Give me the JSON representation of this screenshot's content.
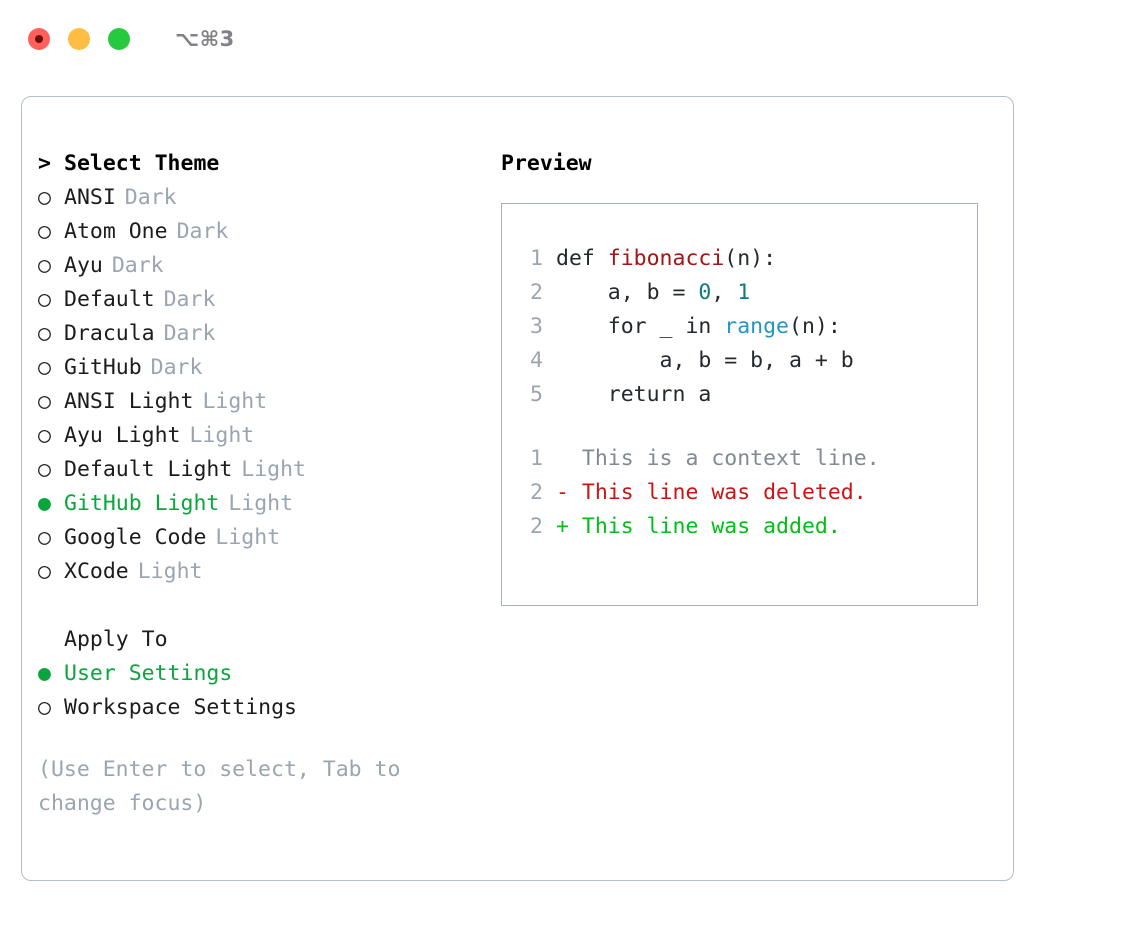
{
  "titlebar": {
    "shortcut": "⌥⌘3",
    "lights": [
      "close-red",
      "minimize-amber",
      "maximize-green"
    ]
  },
  "theme_picker": {
    "heading_marker": ">",
    "heading": "Select Theme",
    "items": [
      {
        "marker": "○",
        "name": "ANSI",
        "tag": "Dark",
        "selected": false
      },
      {
        "marker": "○",
        "name": "Atom One",
        "tag": "Dark",
        "selected": false
      },
      {
        "marker": "○",
        "name": "Ayu",
        "tag": "Dark",
        "selected": false
      },
      {
        "marker": "○",
        "name": "Default",
        "tag": "Dark",
        "selected": false
      },
      {
        "marker": "○",
        "name": "Dracula",
        "tag": "Dark",
        "selected": false
      },
      {
        "marker": "○",
        "name": "GitHub",
        "tag": "Dark",
        "selected": false
      },
      {
        "marker": "○",
        "name": "ANSI Light",
        "tag": "Light",
        "selected": false
      },
      {
        "marker": "○",
        "name": "Ayu Light",
        "tag": "Light",
        "selected": false
      },
      {
        "marker": "○",
        "name": "Default Light",
        "tag": "Light",
        "selected": false
      },
      {
        "marker": "●",
        "name": "GitHub Light",
        "tag": "Light",
        "selected": true
      },
      {
        "marker": "○",
        "name": "Google Code",
        "tag": "Light",
        "selected": false
      },
      {
        "marker": "○",
        "name": "XCode",
        "tag": "Light",
        "selected": false
      }
    ]
  },
  "apply_to": {
    "heading": "Apply To",
    "items": [
      {
        "marker": "●",
        "name": "User Settings",
        "selected": true
      },
      {
        "marker": "○",
        "name": "Workspace Settings",
        "selected": false
      }
    ]
  },
  "hint": "(Use Enter to select, Tab to change focus)",
  "preview": {
    "title": "Preview",
    "code_lines": [
      {
        "lno": "1",
        "tokens": [
          {
            "t": "def ",
            "c": "plain"
          },
          {
            "t": "fibonacci",
            "c": "fn"
          },
          {
            "t": "(n):",
            "c": "plain"
          }
        ]
      },
      {
        "lno": "2",
        "tokens": [
          {
            "t": "    a, b = ",
            "c": "plain"
          },
          {
            "t": "0",
            "c": "num"
          },
          {
            "t": ", ",
            "c": "plain"
          },
          {
            "t": "1",
            "c": "num"
          }
        ]
      },
      {
        "lno": "3",
        "tokens": [
          {
            "t": "    for _ in ",
            "c": "plain"
          },
          {
            "t": "range",
            "c": "call"
          },
          {
            "t": "(n):",
            "c": "plain"
          }
        ]
      },
      {
        "lno": "4",
        "tokens": [
          {
            "t": "        a, b = b, a + b",
            "c": "plain"
          }
        ]
      },
      {
        "lno": "5",
        "tokens": [
          {
            "t": "    return a",
            "c": "plain"
          }
        ]
      }
    ],
    "diff_lines": [
      {
        "lno": "1",
        "tokens": [
          {
            "t": "  This is a context line.",
            "c": "ctx"
          }
        ]
      },
      {
        "lno": "2",
        "tokens": [
          {
            "t": "- This line was deleted.",
            "c": "del"
          }
        ]
      },
      {
        "lno": "2",
        "tokens": [
          {
            "t": "+ This line was added.",
            "c": "add"
          }
        ]
      }
    ]
  },
  "colors": {
    "accent_green": "#0aa53c",
    "diff_add_green": "#00bf16",
    "diff_del_red": "#cc1414",
    "function_red": "#a31515",
    "number_teal": "#0e7c7b",
    "call_blue": "#2196c4",
    "muted_gray": "#9aa5b1",
    "border": "#b4bdcb"
  }
}
